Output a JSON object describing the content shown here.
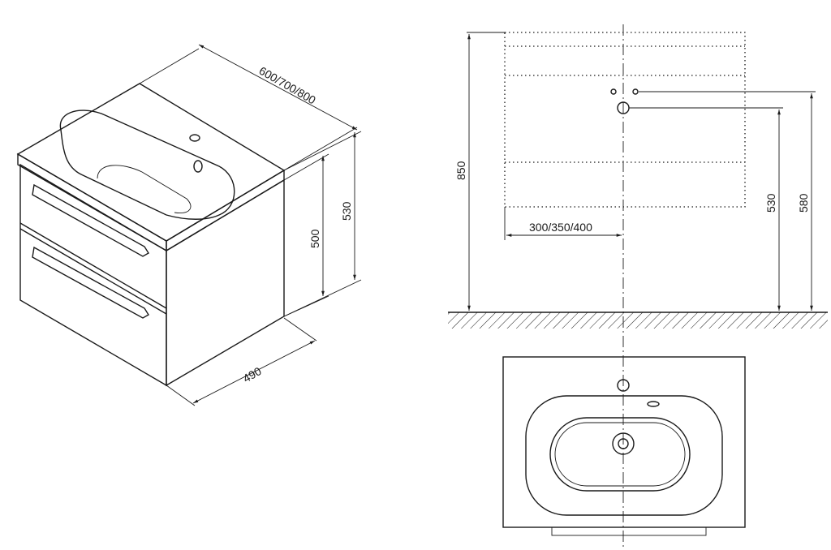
{
  "iso_view": {
    "dim_width": "600/700/800",
    "dim_total_height": "530",
    "dim_cabinet_height": "500",
    "dim_depth": "490"
  },
  "elevation_view": {
    "dim_floor_to_top": "850",
    "dim_offset": "300/350/400",
    "dim_drain_height": "530",
    "dim_tap_height": "580"
  }
}
